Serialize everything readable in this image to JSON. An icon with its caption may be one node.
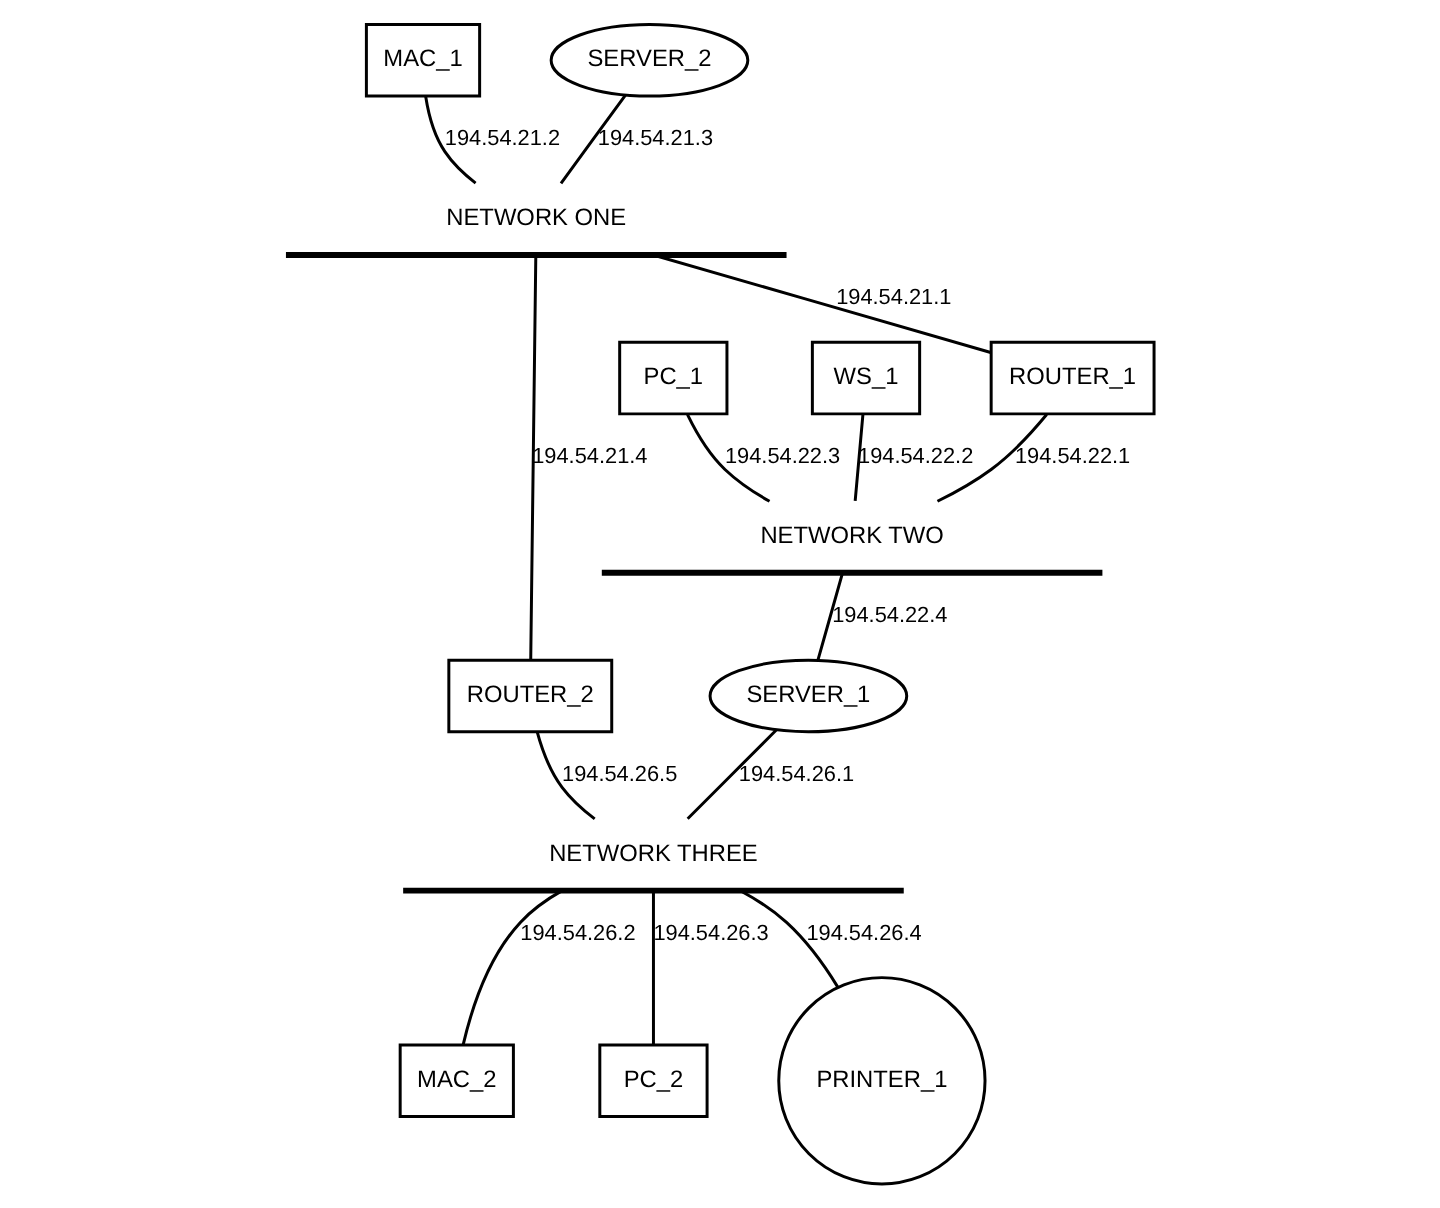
{
  "diagram": {
    "nodes": [
      {
        "text": [
          "MAC_1"
        ]
      },
      {
        "text": [
          "SERVER_2"
        ]
      },
      {
        "text": [
          "NETWORK ONE"
        ]
      },
      {
        "text": [
          "PC_1"
        ]
      },
      {
        "text": [
          "WS_1"
        ]
      },
      {
        "text": [
          "ROUTER_1"
        ]
      },
      {
        "text": [
          "NETWORK TWO"
        ]
      },
      {
        "text": [
          "SERVER_1"
        ]
      },
      {
        "text": [
          "ROUTER_2"
        ]
      },
      {
        "text": [
          "NETWORK THREE"
        ]
      },
      {
        "text": [
          "MAC_2"
        ]
      },
      {
        "text": [
          "PC_2"
        ]
      },
      {
        "text": [
          "PRINTER_1"
        ]
      }
    ],
    "edges": [
      {
        "from": 0,
        "to": 2,
        "arrow": "none",
        "label": "194.54.21.2"
      },
      {
        "from": 1,
        "to": 2,
        "arrow": "none",
        "label": "194.54.21.3"
      },
      {
        "from": 5,
        "to": 2,
        "arrow": "none",
        "label": "194.54.21.1"
      },
      {
        "from": 3,
        "to": 6,
        "arrow": "none",
        "label": "194.54.22.3"
      },
      {
        "from": 4,
        "to": 6,
        "arrow": "none",
        "label": "194.54.22.2"
      },
      {
        "from": 5,
        "to": 6,
        "arrow": "none",
        "label": "194.54.22.1"
      },
      {
        "from": 7,
        "to": 6,
        "arrow": "none",
        "label": "194.54.22.4"
      },
      {
        "from": 8,
        "to": 2,
        "arrow": "none",
        "label": "194.54.21.4"
      },
      {
        "from": 7,
        "to": 9,
        "arrow": "none",
        "label": "194.54.26.1"
      },
      {
        "from": 8,
        "to": 9,
        "arrow": "none",
        "label": "194.54.26.5"
      },
      {
        "from": 10,
        "to": 9,
        "arrow": "none",
        "label": "194.54.26.2"
      },
      {
        "from": 11,
        "to": 9,
        "arrow": "none",
        "label": "194.54.26.3"
      },
      {
        "from": 12,
        "to": 9,
        "arrow": "none",
        "label": "194.54.26.4"
      }
    ]
  }
}
